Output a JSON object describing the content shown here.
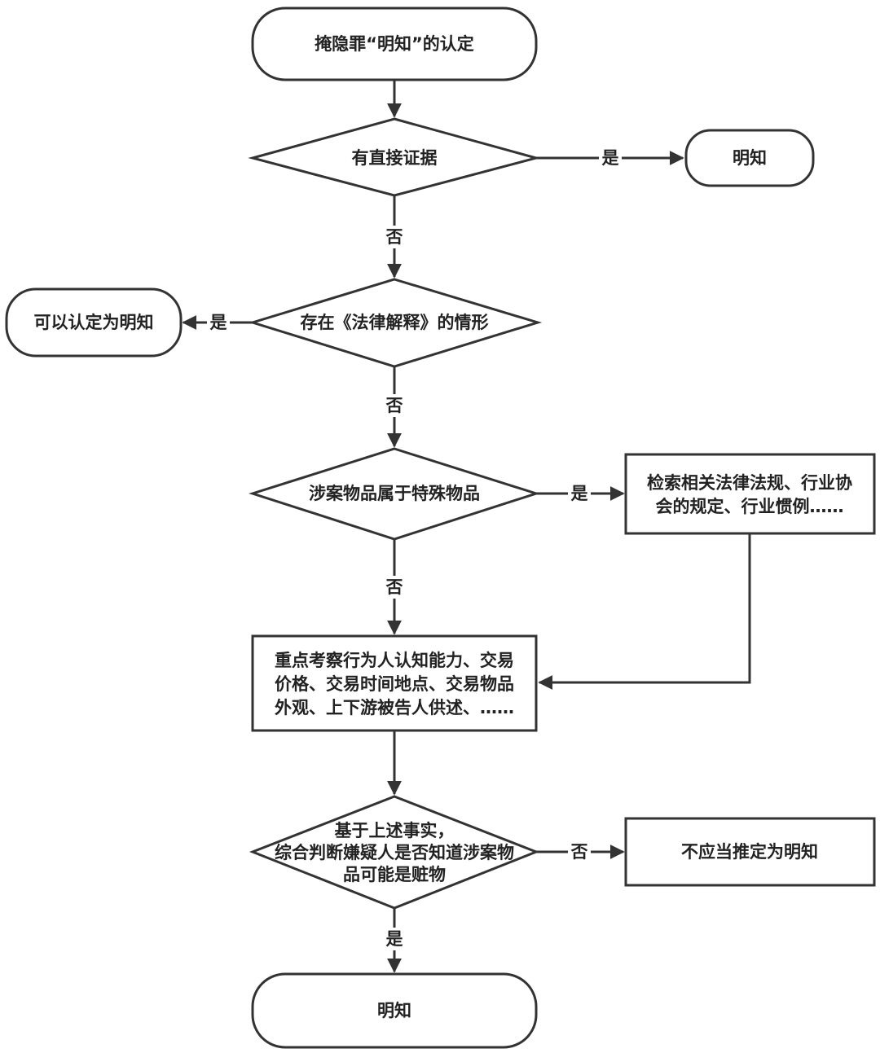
{
  "nodes": {
    "start": "掩隐罪“明知”的认定",
    "decision_direct_evidence": "有直接证据",
    "result_known_1": "明知",
    "decision_judicial_interpretation": "存在《法律解释》的情形",
    "result_can_be_known": "可以认定为明知",
    "decision_special_goods": "涉案物品属于特殊物品",
    "process_search_rules": [
      "检索相关法律法规、行业协",
      "会的规定、行业惯例……"
    ],
    "process_examine": [
      "重点考察行为人认知能力、交易",
      "价格、交易时间地点、交易物品",
      "外观、上下游被告人供述、……"
    ],
    "decision_overall": [
      "基于上述事实，",
      "综合判断嫌疑人是否知道涉案物",
      "品可能是赃物"
    ],
    "result_not_known": "不应当推定为明知",
    "result_known_2": "明知"
  },
  "edge_labels": {
    "direct_yes": "是",
    "direct_no": "否",
    "interp_yes": "是",
    "interp_no": "否",
    "special_yes": "是",
    "special_no": "否",
    "overall_no": "否",
    "overall_yes": "是"
  },
  "colors": {
    "stroke": "#333333",
    "text": "#222222",
    "fill": "#ffffff"
  }
}
